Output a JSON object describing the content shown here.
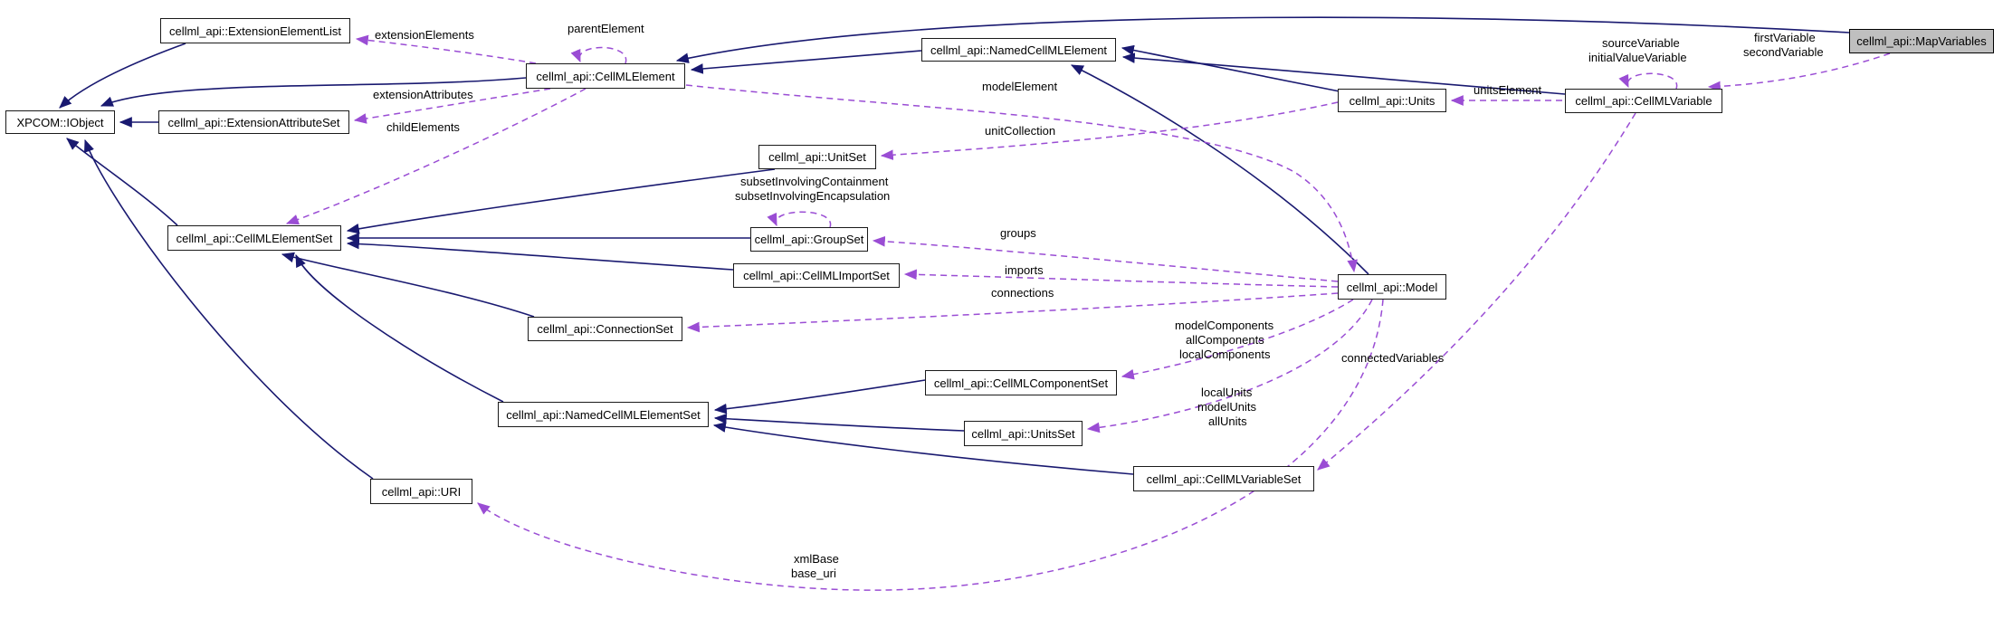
{
  "diagram_type": "doxygen-collaboration-graph",
  "nodes": {
    "extension_element_list": "cellml_api::ExtensionElementList",
    "iobject": "XPCOM::IObject",
    "extension_attribute_set": "cellml_api::ExtensionAttributeSet",
    "cellml_element": "cellml_api::CellMLElement",
    "named_cellml_element": "cellml_api::NamedCellMLElement",
    "units": "cellml_api::Units",
    "cellml_variable": "cellml_api::CellMLVariable",
    "map_variables": "cellml_api::MapVariables",
    "unit_set": "cellml_api::UnitSet",
    "cellml_element_set": "cellml_api::CellMLElementSet",
    "group_set": "cellml_api::GroupSet",
    "cellml_import_set": "cellml_api::CellMLImportSet",
    "model": "cellml_api::Model",
    "connection_set": "cellml_api::ConnectionSet",
    "cellml_component_set": "cellml_api::CellMLComponentSet",
    "named_cellml_element_set": "cellml_api::NamedCellMLElementSet",
    "units_set": "cellml_api::UnitsSet",
    "cellml_variable_set": "cellml_api::CellMLVariableSet",
    "uri": "cellml_api::URI"
  },
  "edge_labels": {
    "extension_elements": "extensionElements",
    "parent_element": "parentElement",
    "extension_attributes": "extensionAttributes",
    "child_elements": "childElements",
    "model_element": "modelElement",
    "unit_collection": "unitCollection",
    "units_element": "unitsElement",
    "source_variable": "sourceVariable",
    "initial_value_variable": "initialValueVariable",
    "first_variable": "firstVariable",
    "second_variable": "secondVariable",
    "subset_involving_containment": "subsetInvolvingContainment",
    "subset_involving_encapsulation": "subsetInvolvingEncapsulation",
    "groups": "groups",
    "imports": "imports",
    "connections": "connections",
    "model_components": "modelComponents",
    "all_components": "allComponents",
    "local_components": "localComponents",
    "local_units": "localUnits",
    "model_units": "modelUnits",
    "all_units": "allUnits",
    "connected_variables": "connectedVariables",
    "xml_base": "xmlBase",
    "base_uri": "base_uri"
  },
  "colors": {
    "inheritance_edge": "#191970",
    "usage_edge": "#9a4dd4",
    "node_border": "#1a1a1a",
    "selected_node_fill": "#bfbfbf",
    "background": "#ffffff"
  }
}
